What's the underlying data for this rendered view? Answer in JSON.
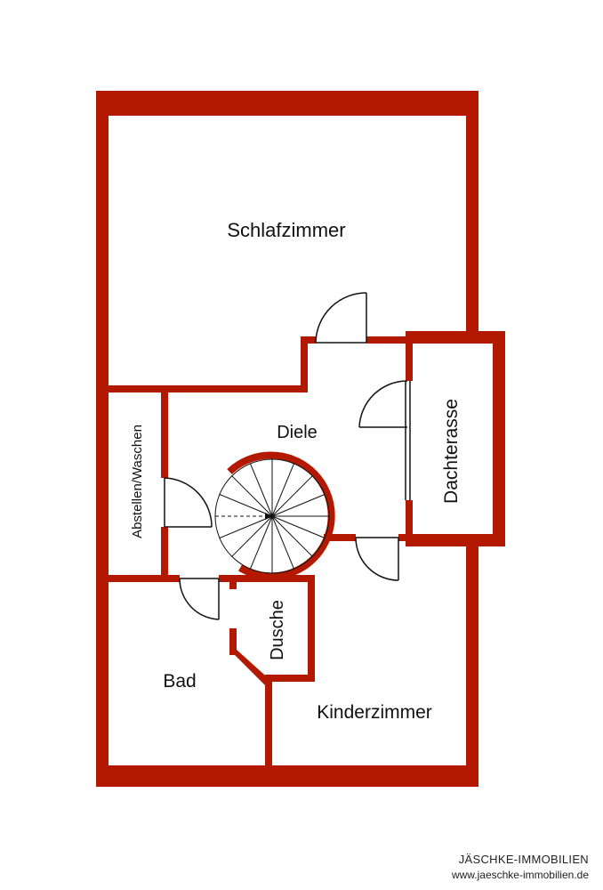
{
  "floorplan": {
    "colors": {
      "wall": "#b31900",
      "background": "#ffffff",
      "door": "#111111"
    },
    "rooms": {
      "schlafzimmer": "Schlafzimmer",
      "diele": "Diele",
      "abstellen": "Abstellen/Waschen",
      "dachterasse": "Dachterasse",
      "dusche": "Dusche",
      "bad": "Bad",
      "kinderzimmer": "Kinderzimmer"
    }
  },
  "footer": {
    "brand": "JÄSCHKE-IMMOBILIEN",
    "url": "www.jaeschke-immobilien.de"
  }
}
